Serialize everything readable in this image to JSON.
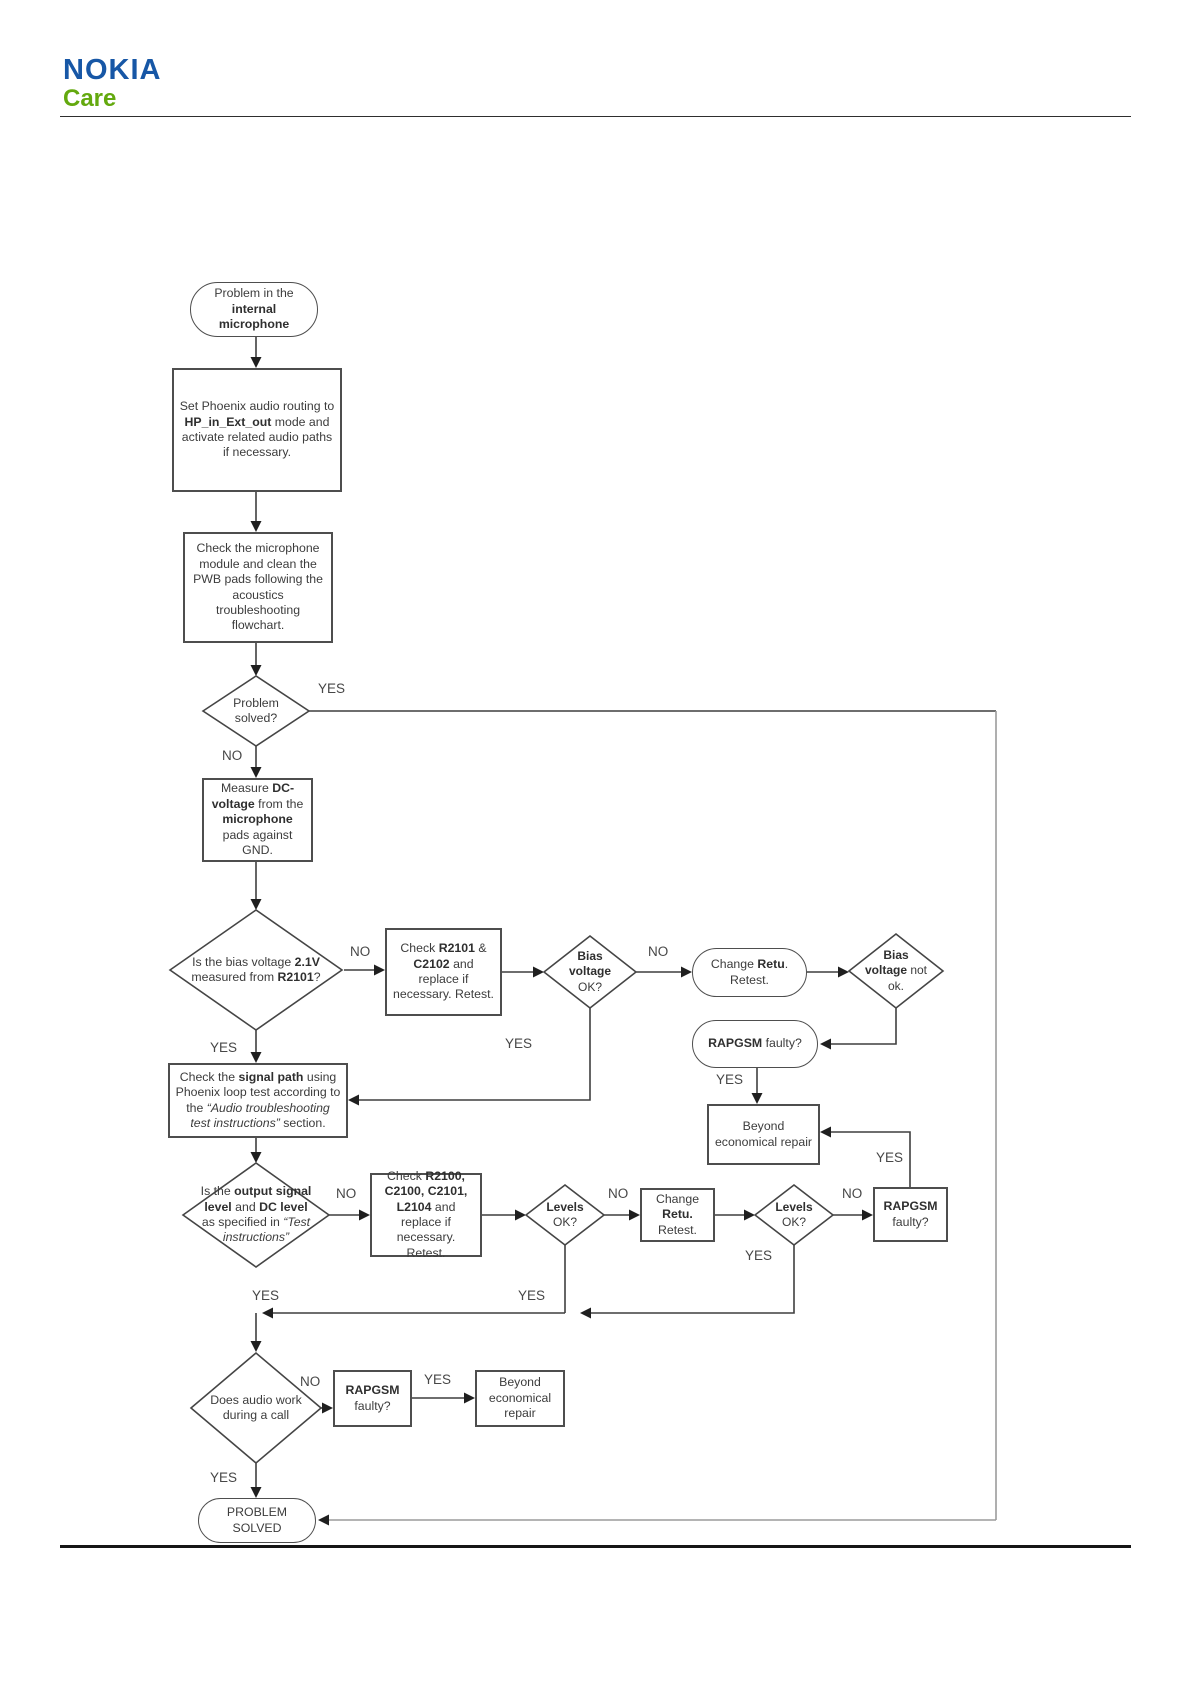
{
  "brand": {
    "name": "NOKIA",
    "sub": "Care",
    "blue": "#1757a6",
    "green": "#63a90e"
  },
  "edge_labels": {
    "yes": "YES",
    "no": "NO"
  },
  "nodes": {
    "start": {
      "s0": "Problem in the",
      "s1": "internal microphone"
    },
    "phoenix": {
      "s0": "Set Phoenix audio routing to ",
      "s1": "HP_in_Ext_out",
      "s2": " mode and activate related audio paths if necessary."
    },
    "mic_module": {
      "s0": "Check the microphone module and clean the PWB pads following the acoustics troubleshooting flowchart."
    },
    "problem_solved": {
      "s0": "Problem",
      "s1": "solved?"
    },
    "measure_dc": {
      "s0": "Measure ",
      "s1": "DC-voltage",
      "s2": " from the ",
      "s3": "microphone",
      "s4": " pads against GND."
    },
    "bias_21": {
      "s0": "Is the bias voltage ",
      "s1": "2.1V",
      "s2": " measured from ",
      "s3": "R2101",
      "s4": "?"
    },
    "check_r2101": {
      "s0": "Check ",
      "s1": "R2101",
      "s2": " & ",
      "s3": "C2102",
      "s4": " and replace if necessary. Retest."
    },
    "bias_ok": {
      "s0": "Bias",
      "s1": "voltage",
      "s2": "OK?"
    },
    "change_retu_1": {
      "s0": "Change ",
      "s1": "Retu",
      "s2": ".",
      "s3": "Retest."
    },
    "bias_not_ok": {
      "s0": "Bias",
      "s1": "voltage",
      "s2": " not",
      "s3": "ok."
    },
    "rapgsm_1": {
      "s0": "RAPGSM",
      "s1": " faulty?"
    },
    "beyond_1": {
      "s0": "Beyond economical repair"
    },
    "signal_path": {
      "s0": "Check the ",
      "s1": "signal path",
      "s2": " using Phoenix loop test according to the ",
      "s3": "“Audio troubleshooting test instructions”",
      "s4": " section."
    },
    "output_level": {
      "s0": "Is the ",
      "s1": "output signal level",
      "s2": " and ",
      "s3": "DC level",
      "s4": " as specified in ",
      "s5": "“Test instructions”"
    },
    "check_r2100": {
      "s0": "Check ",
      "s1": "R2100, C2100, C2101, L2104",
      "s2": " and replace if necessary. Retest."
    },
    "levels_ok_1": {
      "s0": "Levels",
      "s1": "OK?"
    },
    "change_retu_2": {
      "s0": "Change",
      "s1": "Retu.",
      "s2": "Retest."
    },
    "levels_ok_2": {
      "s0": "Levels",
      "s1": "OK?"
    },
    "rapgsm_2": {
      "s0": "RAPGSM",
      "s1": "faulty?"
    },
    "audio_call": {
      "s0": "Does audio work",
      "s1": "during a call"
    },
    "rapgsm_3": {
      "s0": "RAPGSM",
      "s1": "faulty?"
    },
    "beyond_2": {
      "s0": "Beyond economical repair"
    },
    "solved_end": {
      "s0": "PROBLEM",
      "s1": "SOLVED"
    }
  }
}
